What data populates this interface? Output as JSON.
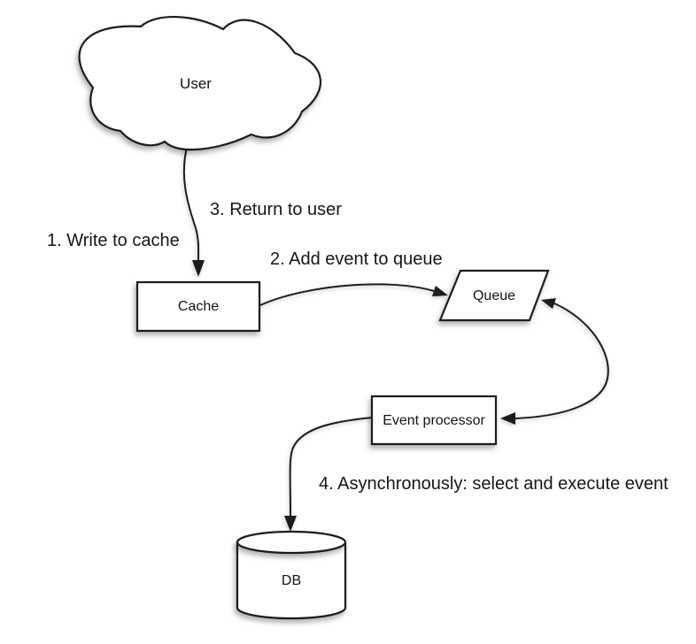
{
  "diagram": {
    "nodes": {
      "user": {
        "label": "User",
        "shape": "cloud"
      },
      "cache": {
        "label": "Cache",
        "shape": "rectangle"
      },
      "queue": {
        "label": "Queue",
        "shape": "parallelogram"
      },
      "event_processor": {
        "label": "Event processor",
        "shape": "rectangle"
      },
      "db": {
        "label": "DB",
        "shape": "cylinder"
      }
    },
    "labels": {
      "step1": "1. Write to cache",
      "step2": "2. Add event to queue",
      "step3": "3. Return to user",
      "step4": "4. Asynchronously: select and execute event"
    },
    "colors": {
      "stroke": "#1c1c1c",
      "fill": "#ffffff",
      "text": "#161616",
      "background": "#ffffff"
    }
  }
}
